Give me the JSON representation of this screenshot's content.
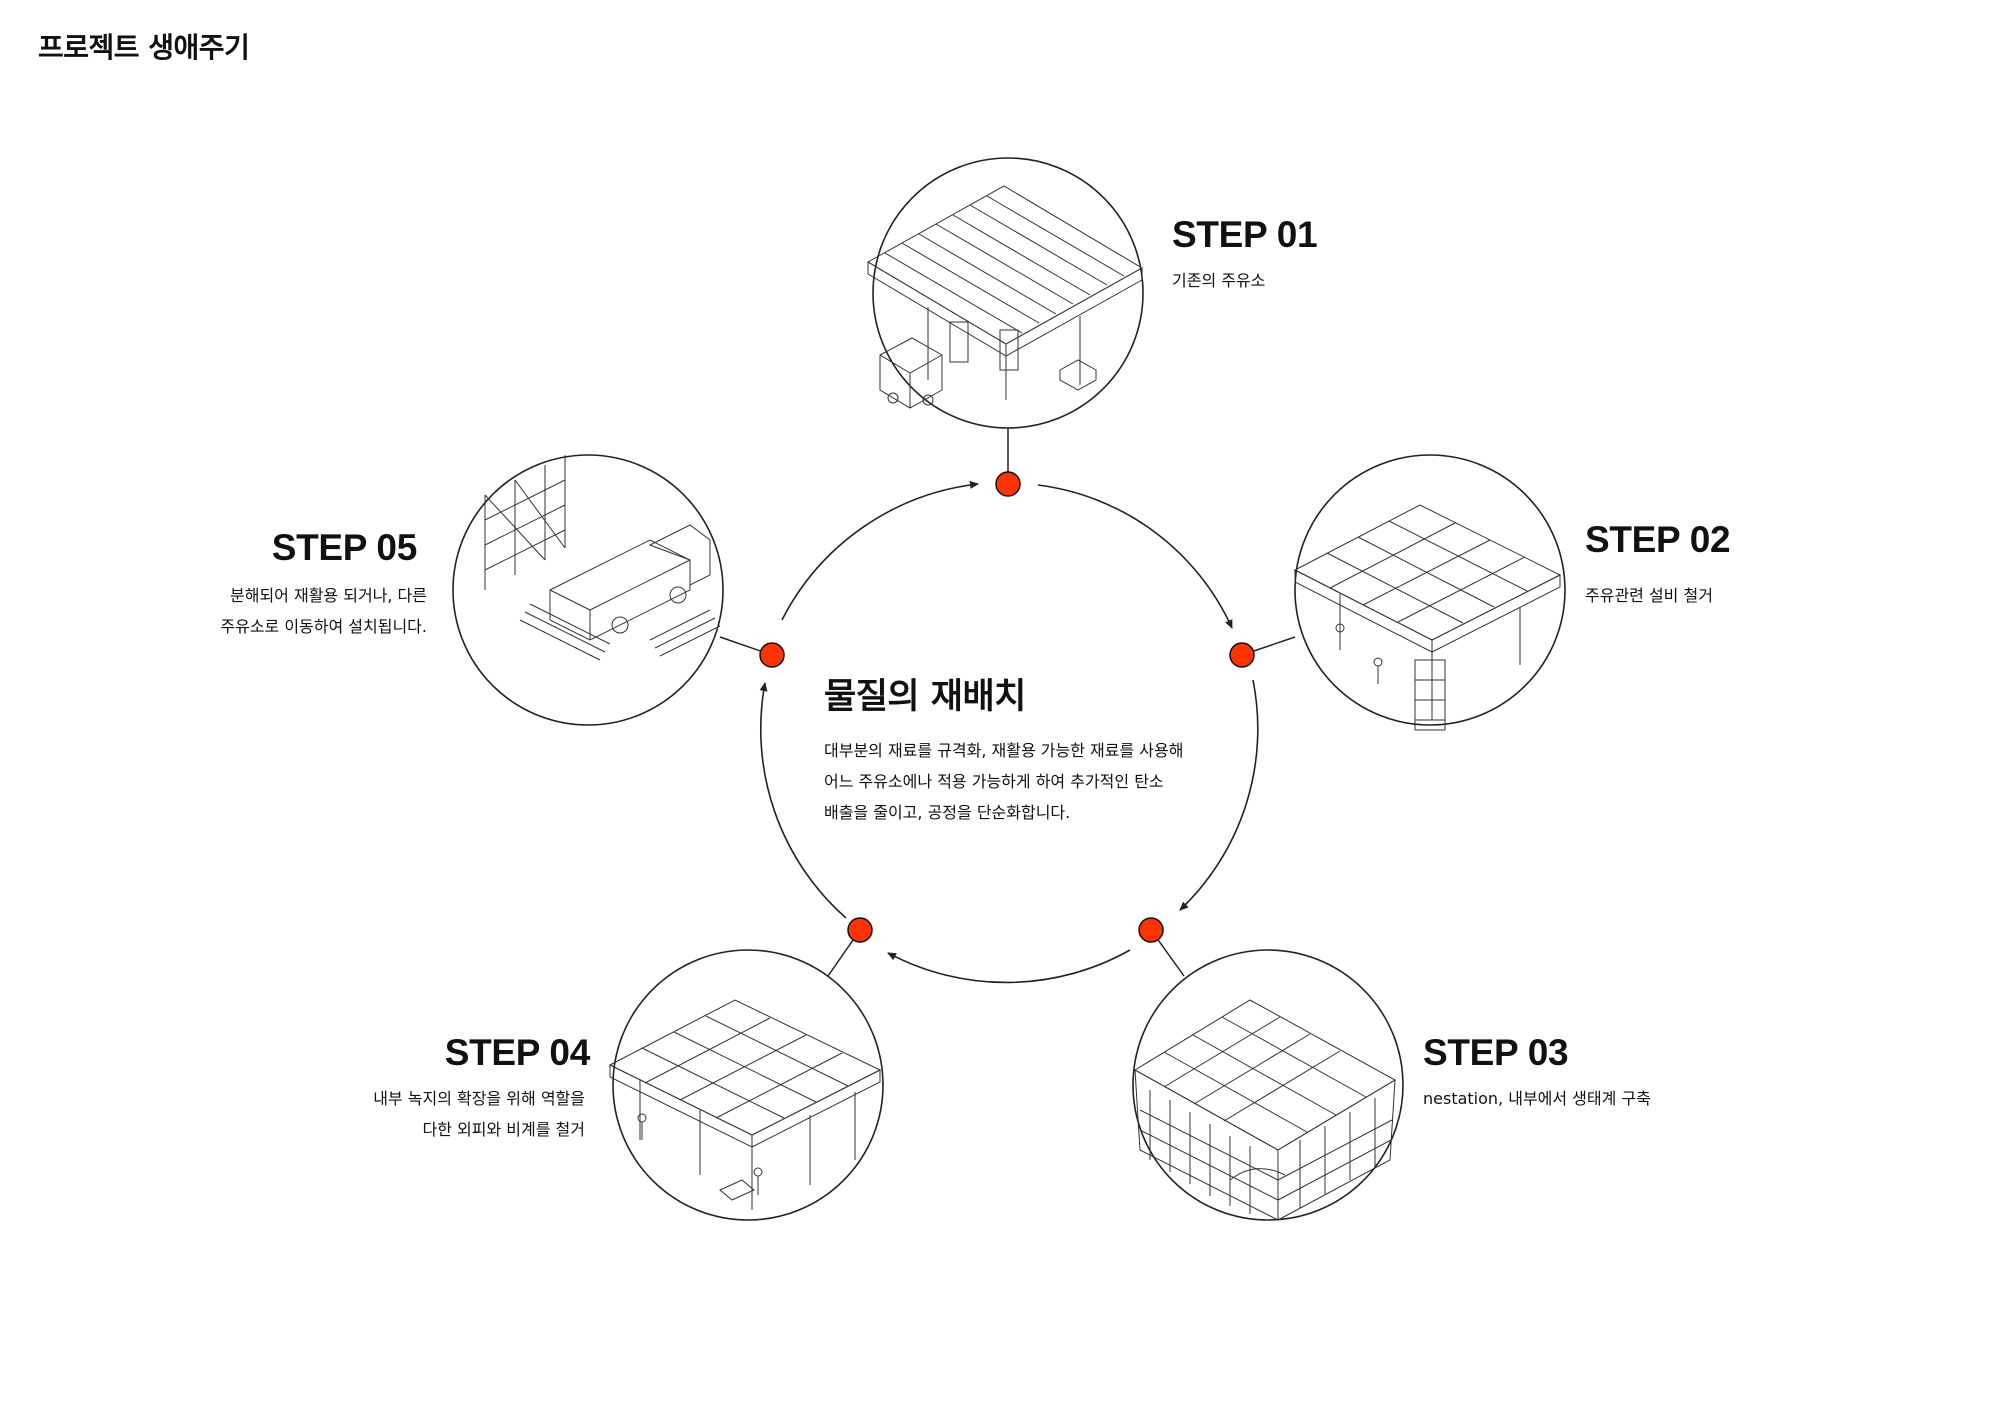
{
  "page_title": "프로젝트 생애주기",
  "center": {
    "title": "물질의 재배치",
    "lines": [
      "대부분의 재료를 규격화, 재활용 가능한 재료를 사용해",
      "어느 주유소에나 적용 가능하게 하여 추가적인 탄소",
      "배출을 줄이고, 공정을 단순화합니다."
    ]
  },
  "steps": [
    {
      "title": "STEP 01",
      "lines": [
        "기존의 주유소"
      ],
      "illustration": "gas-station-canopy"
    },
    {
      "title": "STEP 02",
      "lines": [
        "주유관련 설비 철거"
      ],
      "illustration": "canopy-frame-dismantling"
    },
    {
      "title": "STEP 03",
      "lines": [
        "nestation, 내부에서 생태계 구축"
      ],
      "illustration": "green-structure-ecosystem"
    },
    {
      "title": "STEP 04",
      "lines": [
        "내부 녹지의 확장을 위해 역할을",
        "다한 외피와 비계를 철거"
      ],
      "illustration": "frame-skin-removal"
    },
    {
      "title": "STEP 05",
      "lines": [
        "분해되어 재활용 되거나, 다른",
        "주유소로 이동하여 설치됩니다."
      ],
      "illustration": "scaffold-and-truck-relocation"
    }
  ],
  "colors": {
    "node": "#ff3300",
    "line": "#222222",
    "text": "#111111"
  }
}
